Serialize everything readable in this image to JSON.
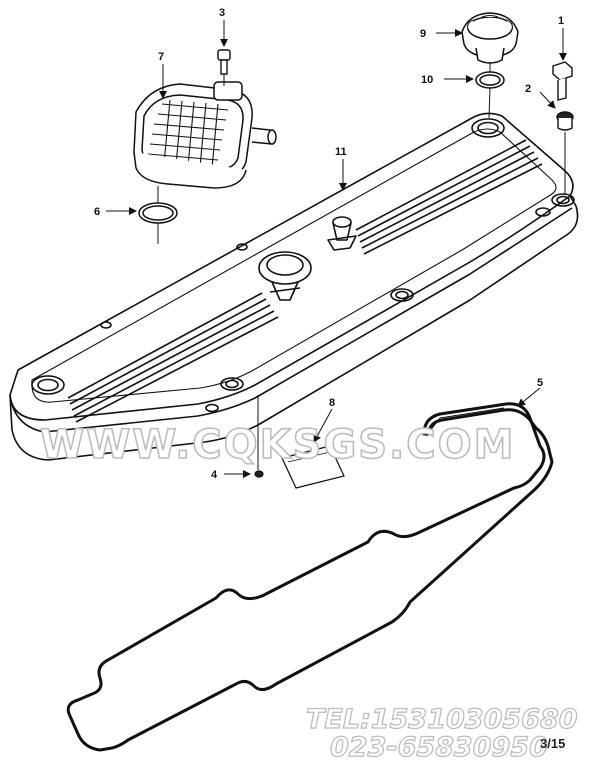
{
  "watermark": "WWW.CQKSGS.COM",
  "phone_line_1": "TEL:15310305680",
  "phone_line_2": "023-65830950",
  "drawing_code": "3/15",
  "callouts": {
    "c1": "1",
    "c2": "2",
    "c3": "3",
    "c4": "4",
    "c5": "5",
    "c6": "6",
    "c7": "7",
    "c8": "8",
    "c9": "9",
    "c10": "10",
    "c11": "11"
  }
}
